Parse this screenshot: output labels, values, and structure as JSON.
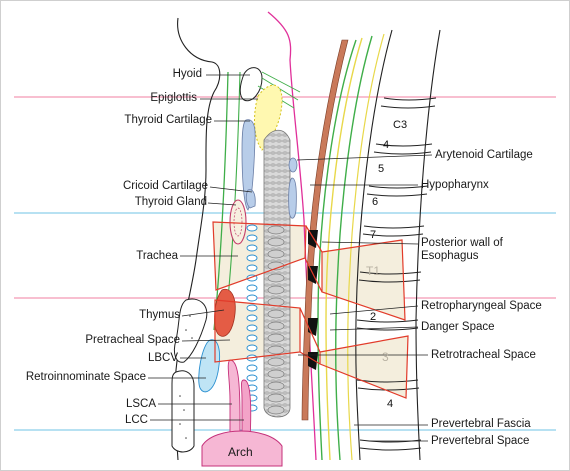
{
  "labels_left": {
    "hyoid": "Hyoid",
    "epiglottis": "Epiglottis",
    "thyroid_cartilage": "Thyroid Cartilage",
    "cricoid_cartilage": "Cricoid Cartilage",
    "thyroid_gland": "Thyroid Gland",
    "trachea": "Trachea",
    "thymus": "Thymus",
    "pretracheal_space": "Pretracheal Space",
    "lbcv": "LBCV",
    "retroinnominate_space": "Retroinnominate Space",
    "lsca": "LSCA",
    "lcc": "LCC",
    "arch": "Arch"
  },
  "labels_right": {
    "arytenoid_cartilage": "Arytenoid Cartilage",
    "hypopharynx": "Hypopharynx",
    "posterior_wall_line1": "Posterior wall of",
    "posterior_wall_line2": "Esophagus",
    "retropharyngeal_space": "Retropharyngeal Space",
    "danger_space": "Danger Space",
    "retrotracheal_space": "Retrotracheal Space",
    "prevertebral_fascia": "Prevertebral Fascia",
    "prevertebral_space": "Prevertebral Space"
  },
  "vertebrae": {
    "c3": "C3",
    "c4": "4",
    "c5": "5",
    "c6": "6",
    "c7": "7",
    "t1": "T1",
    "t2": "2",
    "t3": "3",
    "t4": "4"
  },
  "colors": {
    "pink_ref_line": "#f07fa0",
    "blue_ref_line": "#6fc3e6",
    "highlight_red": "#e23b2a",
    "fascia_green": "#3fae49",
    "fascia_yellow": "#e8d84a",
    "fascia_magenta": "#e0309a",
    "muscle_brown": "#c9795a",
    "cartilage_blue": "#b8cde9",
    "zone_fill": "#f4eedd"
  }
}
